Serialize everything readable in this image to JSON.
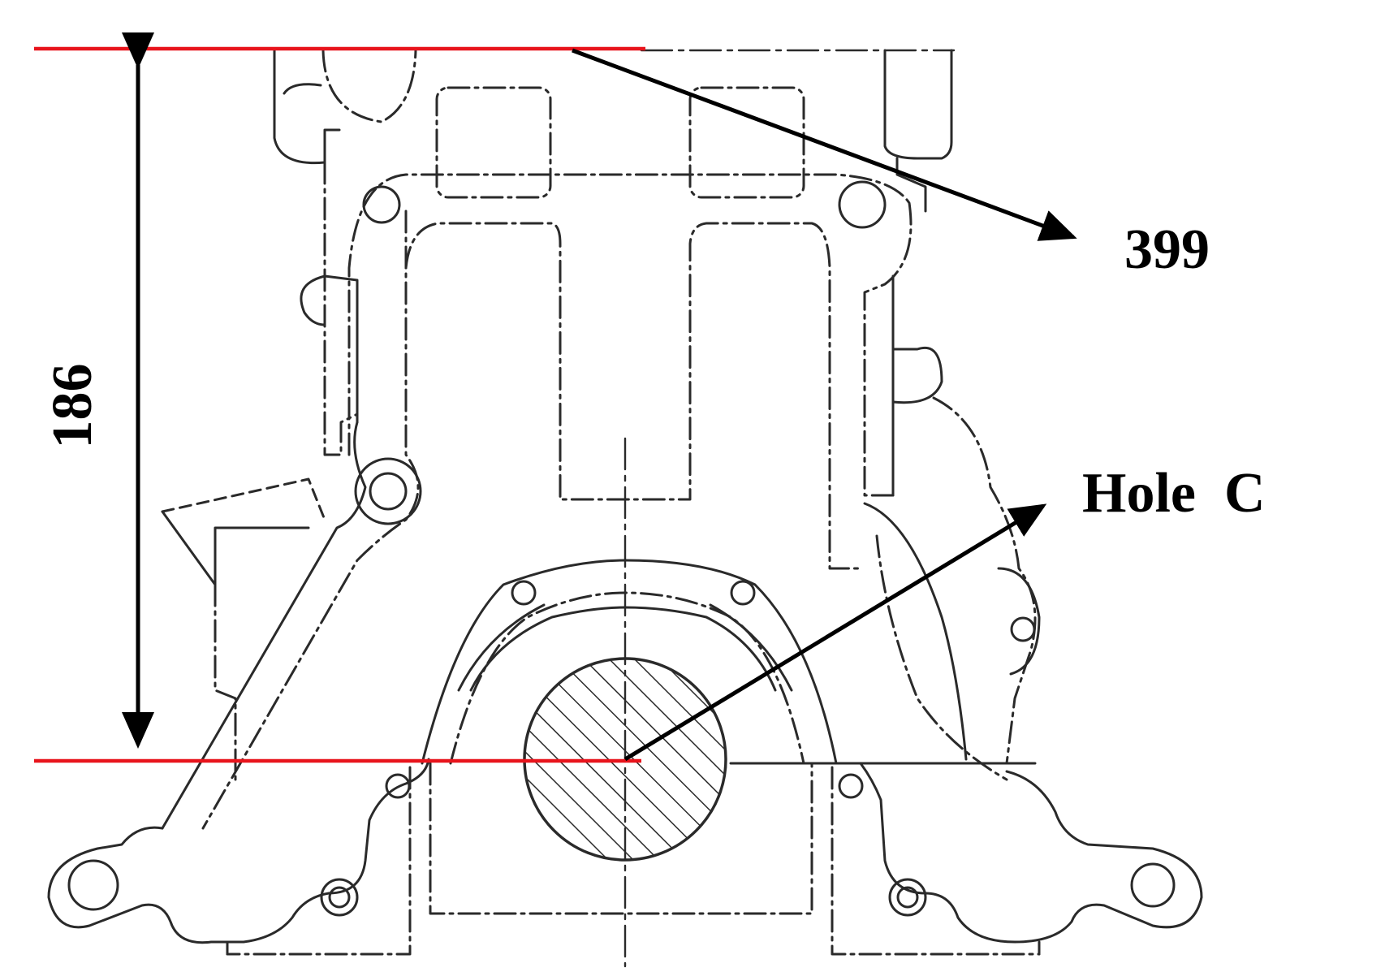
{
  "annotations": {
    "top_value": "399",
    "height_value": "186",
    "hole_label": "Hole  C"
  },
  "colors": {
    "reference_line": "#e8141c",
    "drawing_line": "#2a2a2a",
    "arrow": "#000000"
  }
}
